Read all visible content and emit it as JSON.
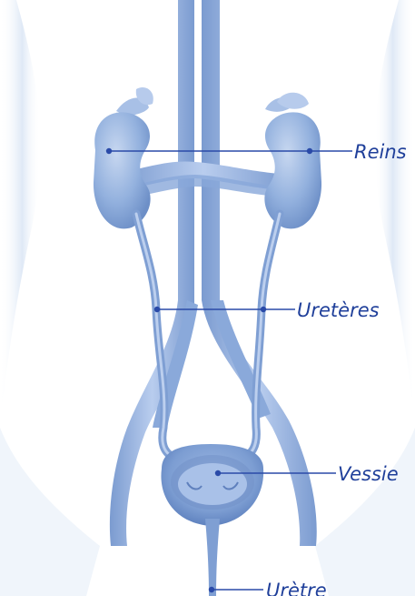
{
  "labels": {
    "kidneys": "Reins",
    "ureters": "Uretères",
    "bladder": "Vessie",
    "urethra": "Urètre"
  },
  "colors": {
    "organ": "#8eaedd",
    "organ_dark": "#6f90c8",
    "organ_light": "#c3d4ef",
    "body_shade": "#dfe9f7",
    "leader_line": "#2a4aa8",
    "label_text": "#1f3f9a"
  }
}
